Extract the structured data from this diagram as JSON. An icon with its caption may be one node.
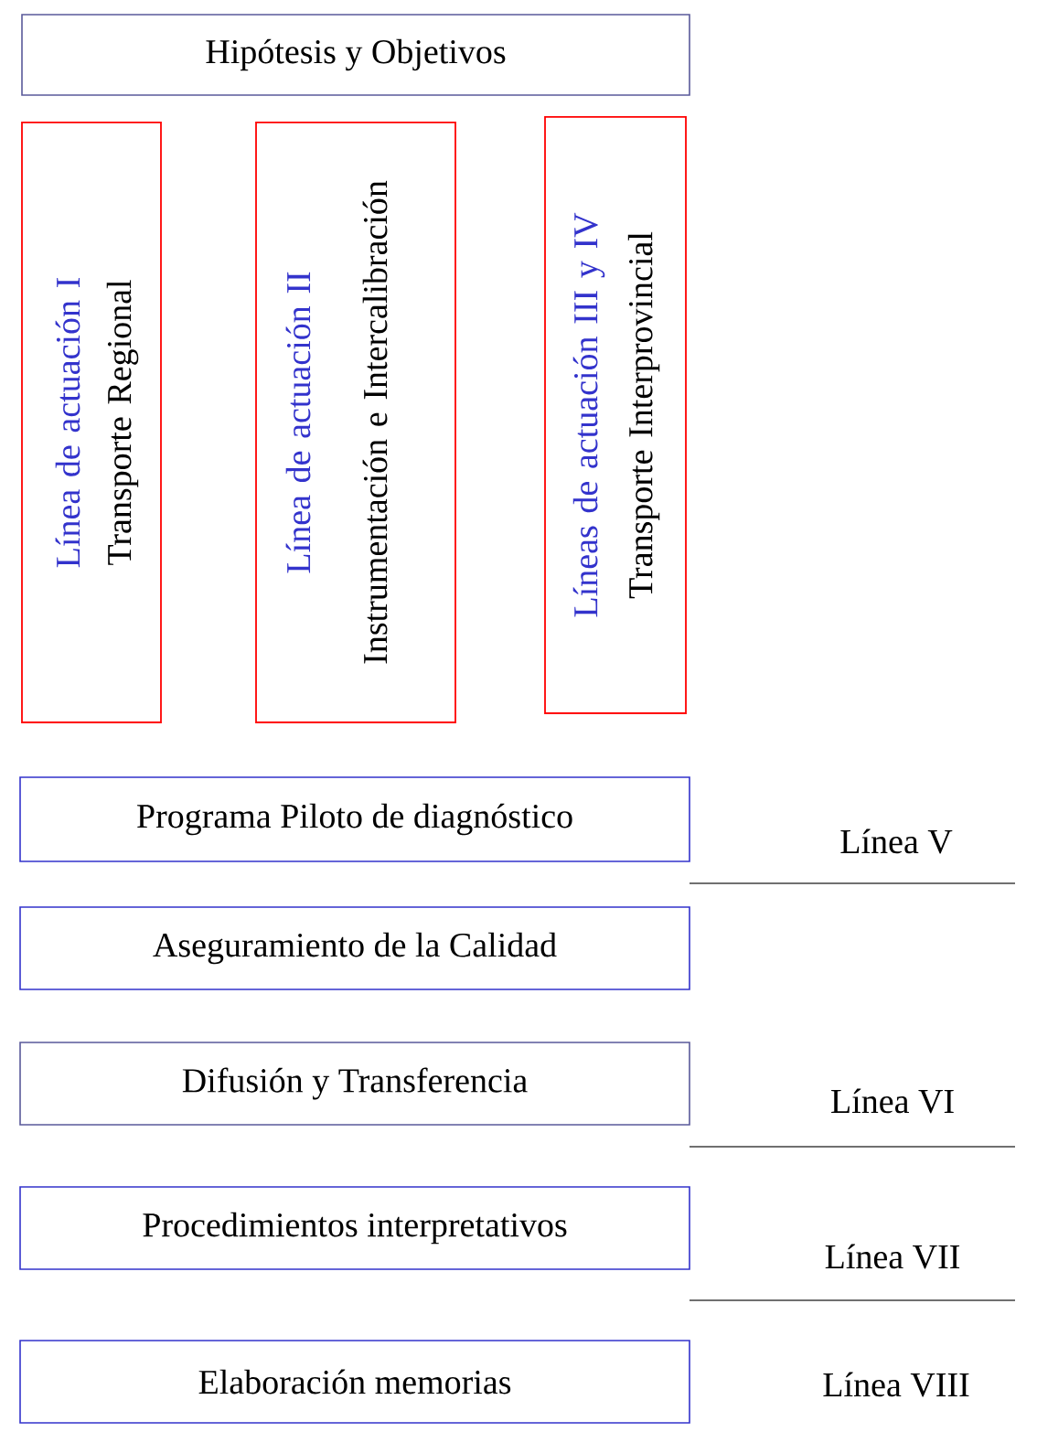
{
  "diagram": {
    "nodes": [
      {
        "text": [
          "Hipótesis y Objetivos"
        ]
      },
      {
        "text": [
          "Línea de actuación I",
          "Transporte Regional"
        ]
      },
      {
        "text": [
          "Línea de actuación II",
          "Instrumentación e Intercalibración"
        ]
      },
      {
        "text": [
          "Líneas de actuación III y IV",
          "Transporte Interprovincial"
        ]
      },
      {
        "text": [
          "Programa Piloto de diagnóstico"
        ]
      },
      {
        "text": [
          "Aseguramiento de la Calidad"
        ]
      },
      {
        "text": [
          "Difusión y Transferencia"
        ]
      },
      {
        "text": [
          "Procedimientos interpretativos"
        ]
      },
      {
        "text": [
          "Elaboración memorias"
        ]
      }
    ],
    "labels": [
      "Línea V",
      "Línea VI",
      "Línea VII",
      "Línea VIII"
    ]
  }
}
